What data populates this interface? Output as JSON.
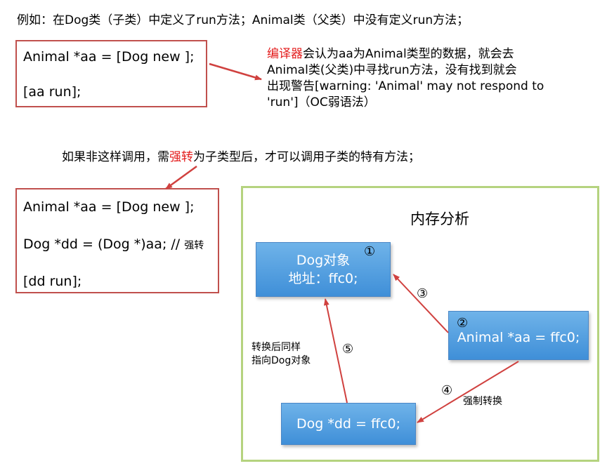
{
  "intro_text": "例如：在Dog类（子类）中定义了run方法；Animal类（父类）中没有定义run方法；",
  "code_block_1": {
    "line1": "Animal  *aa =  [Dog   new ];",
    "line2": "[aa   run];"
  },
  "warning": {
    "highlight": "编译器",
    "line1_rest": "会认为aa为Animal类型的数据，就会去",
    "line2": "Animal类(父类)中寻找run方法，没有找到就会",
    "line3": "出现警告[warning: 'Animal' may not respond to",
    "line4": "'run']（OC弱语法）"
  },
  "mid_text": {
    "before": "如果非这样调用，需",
    "highlight": "强转",
    "after": "为子类型后，才可以调用子类的特有方法；"
  },
  "code_block_2": {
    "line1": "Animal  *aa =  [Dog   new ];",
    "line2_code": "Dog  *dd = (Dog  *)aa; //",
    "line2_comment": "强转",
    "line3": "[dd   run];"
  },
  "memory": {
    "title": "内存分析",
    "dog_object": {
      "line1": "Dog对象",
      "line2": "地址：ffc0;",
      "step": "①"
    },
    "animal_var": {
      "text": "Animal  *aa = ffc0;",
      "step": "②"
    },
    "dog_var": {
      "text": "Dog  *dd = ffc0;"
    },
    "step3": "③",
    "step4": "④",
    "step4_label": "强制转换",
    "step5": "⑤",
    "step5_label_line1": "转换后同样",
    "step5_label_line2": "指向Dog对象"
  },
  "colors": {
    "red": "#e31b1b",
    "box_border": "#c0504d",
    "arrow": "#d0413f",
    "panel_border": "#b5d37f",
    "blue_box": "#4f9be0"
  }
}
